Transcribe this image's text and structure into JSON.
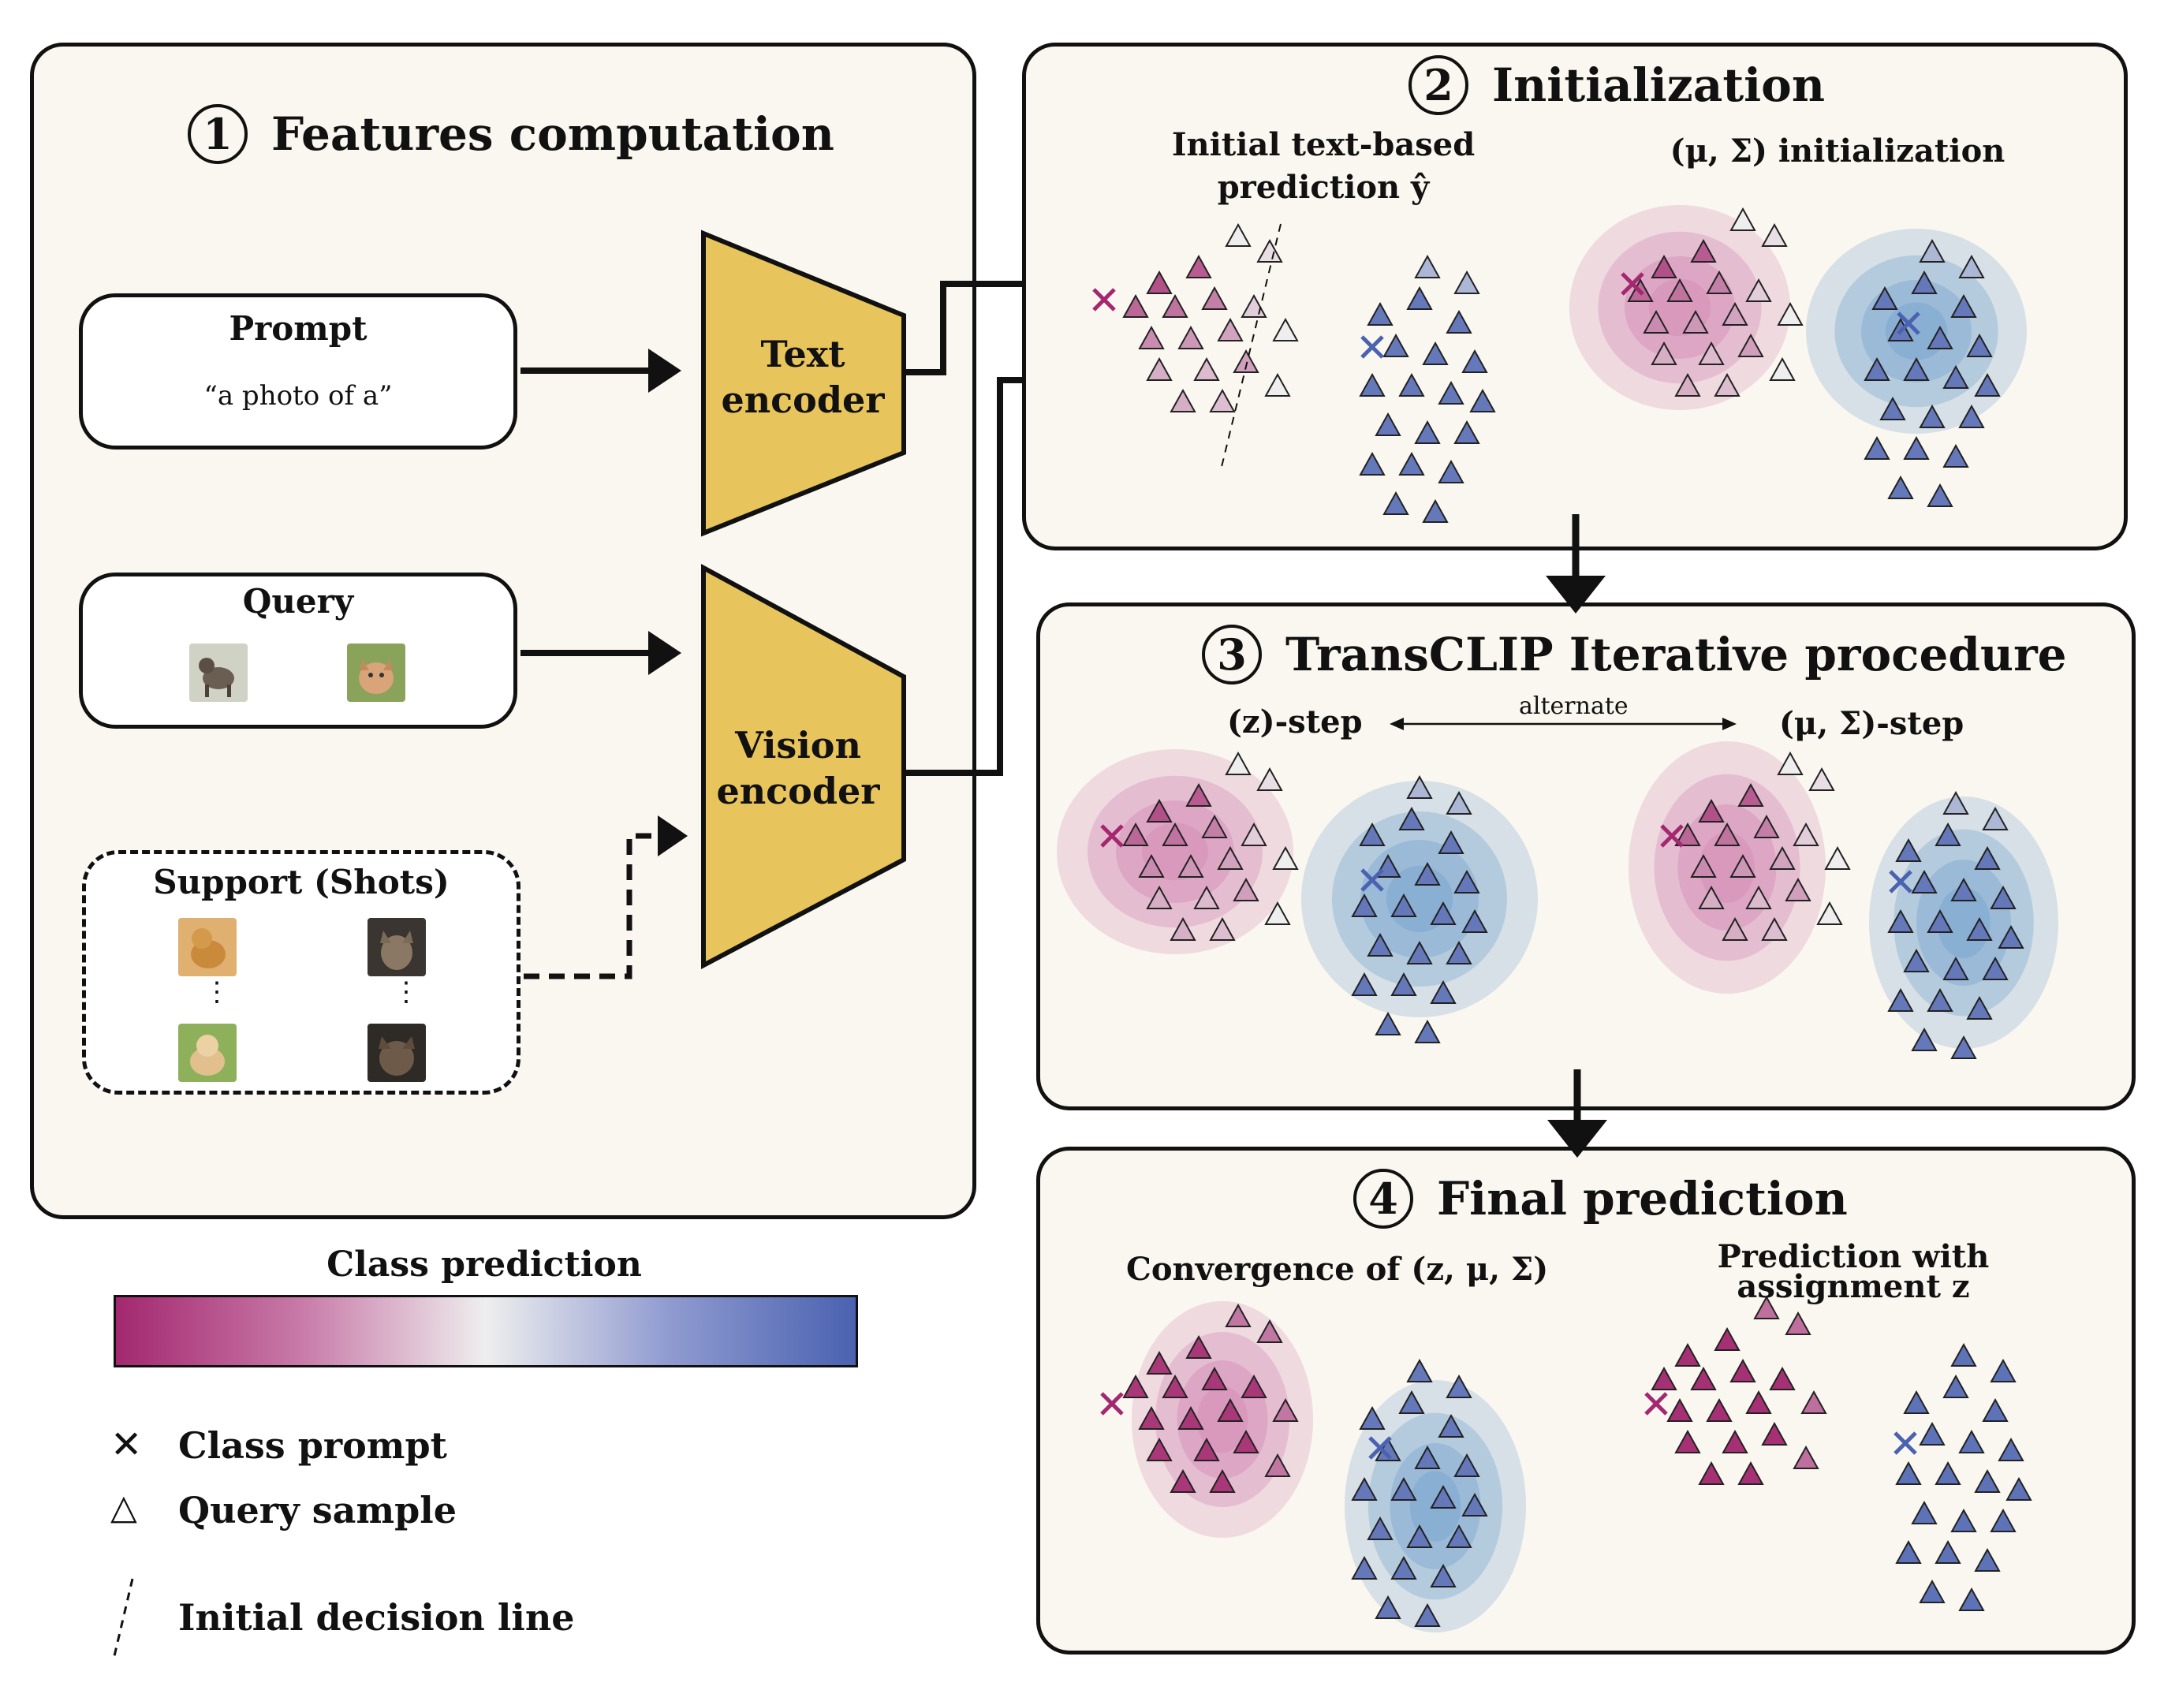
{
  "features": {
    "step_number": "1",
    "title": "Features computation",
    "prompt_label": "Prompt",
    "prompt_text": "“a photo of a”",
    "query_label": "Query",
    "support_label": "Support (Shots)",
    "text_encoder": "Text\nencoder",
    "vision_encoder": "Vision\nencoder"
  },
  "initialization": {
    "step_number": "2",
    "title": "Initialization",
    "left_caption_line1": "Initial text-based",
    "left_caption_line2": "prediction ŷ",
    "right_caption": "(μ, Σ) initialization"
  },
  "iterative": {
    "step_number": "3",
    "title": "TransCLIP Iterative procedure",
    "z_step": "(z)-step",
    "alternate": "alternate",
    "mu_sigma_step": "(μ, Σ)-step"
  },
  "final": {
    "step_number": "4",
    "title": "Final prediction",
    "left_caption": "Convergence of (z, μ, Σ)",
    "right_caption_line1": "Prediction with",
    "right_caption_line2": "assignment z"
  },
  "legend": {
    "colorbar_title": "Class prediction",
    "class_prompt": "Class prompt",
    "query_sample": "Query sample",
    "decision_line": "Initial decision line"
  },
  "colors": {
    "panel_bg": "#f9f7ef",
    "encoder_fill": "#e8c45c",
    "class_a": "#a3286f",
    "class_b": "#4a62b0",
    "gauss_a": "#d68fb8",
    "gauss_b": "#7ea7d0"
  }
}
